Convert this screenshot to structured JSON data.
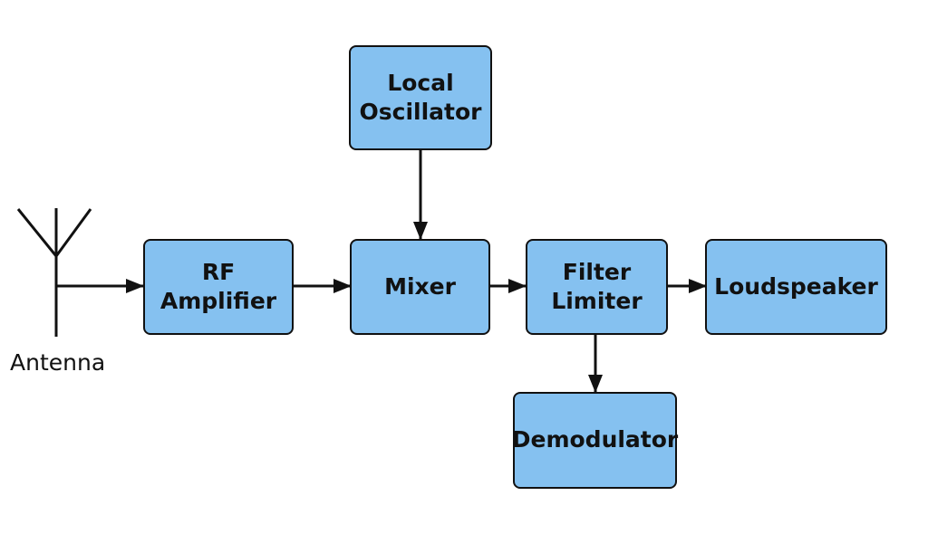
{
  "diagram": {
    "title": "Superheterodyne Receiver Block Diagram",
    "colors": {
      "block_fill": "#85c1f0",
      "stroke": "#111111",
      "background": "#ffffff"
    },
    "antenna": {
      "label": "Antenna"
    },
    "blocks": {
      "rf_amplifier": {
        "line1": "RF",
        "line2": "Amplifier"
      },
      "local_oscillator": {
        "line1": "Local",
        "line2": "Oscillator"
      },
      "mixer": {
        "line1": "Mixer"
      },
      "filter_limiter": {
        "line1": "Filter",
        "line2": "Limiter"
      },
      "loudspeaker": {
        "line1": "Loudspeaker"
      },
      "demodulator": {
        "line1": "Demodulator"
      }
    },
    "connections": [
      {
        "from": "antenna",
        "to": "rf_amplifier"
      },
      {
        "from": "rf_amplifier",
        "to": "mixer"
      },
      {
        "from": "local_oscillator",
        "to": "mixer"
      },
      {
        "from": "mixer",
        "to": "filter_limiter"
      },
      {
        "from": "filter_limiter",
        "to": "loudspeaker"
      },
      {
        "from": "filter_limiter",
        "to": "demodulator"
      }
    ]
  }
}
